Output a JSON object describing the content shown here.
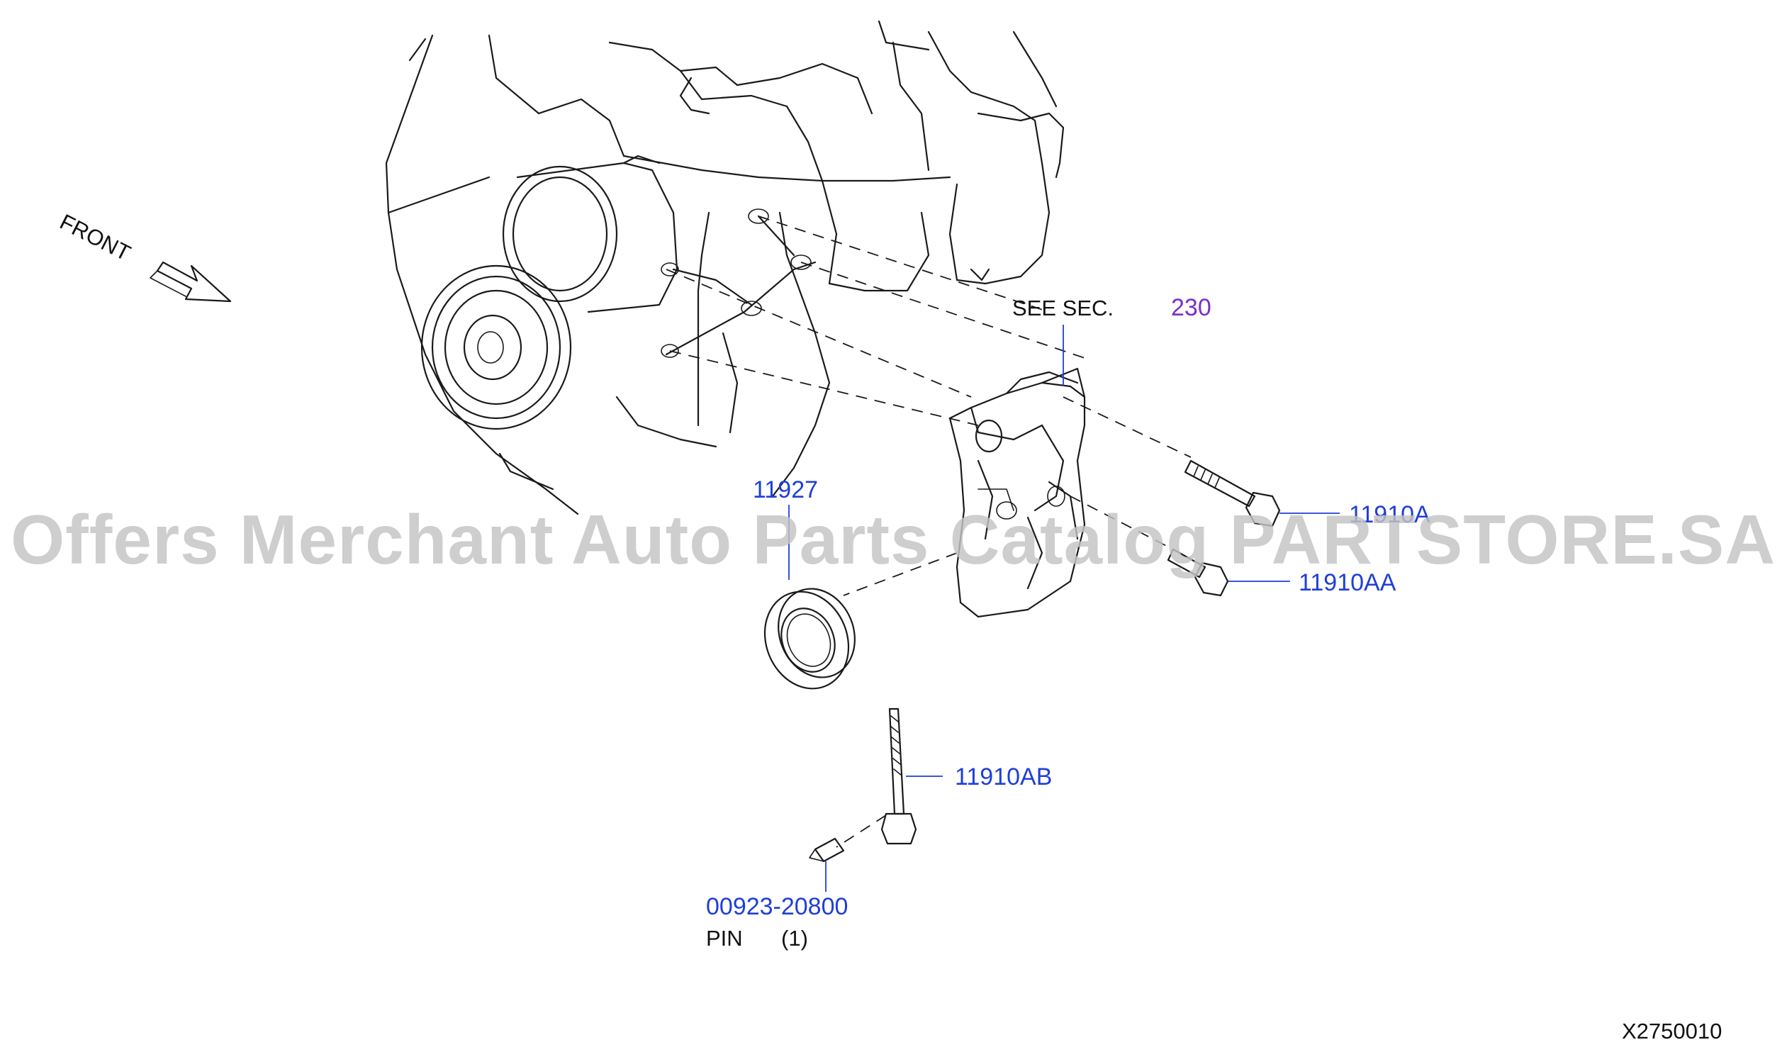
{
  "diagram_id": "X2750010",
  "watermark": "Offers Merchant Auto Parts Catalog PARTSTORE.SA",
  "front_label": "FRONT",
  "see_section": {
    "prefix": "SEE   SEC.",
    "number": "230"
  },
  "callouts": [
    {
      "id": "11927",
      "text": "11927"
    },
    {
      "id": "11910A",
      "text": "11910A"
    },
    {
      "id": "11910AA",
      "text": "11910AA"
    },
    {
      "id": "11910AB",
      "text": "11910AB"
    },
    {
      "id": "00923-20800",
      "text": "00923-20800"
    }
  ],
  "pin_note": {
    "label": "PIN",
    "qty": "(1)"
  },
  "colors": {
    "part_number": "#1f3fd6",
    "section_ref": "#7a2fc9",
    "line_art": "#1a1a1a",
    "watermark": "#c4c4c4"
  }
}
